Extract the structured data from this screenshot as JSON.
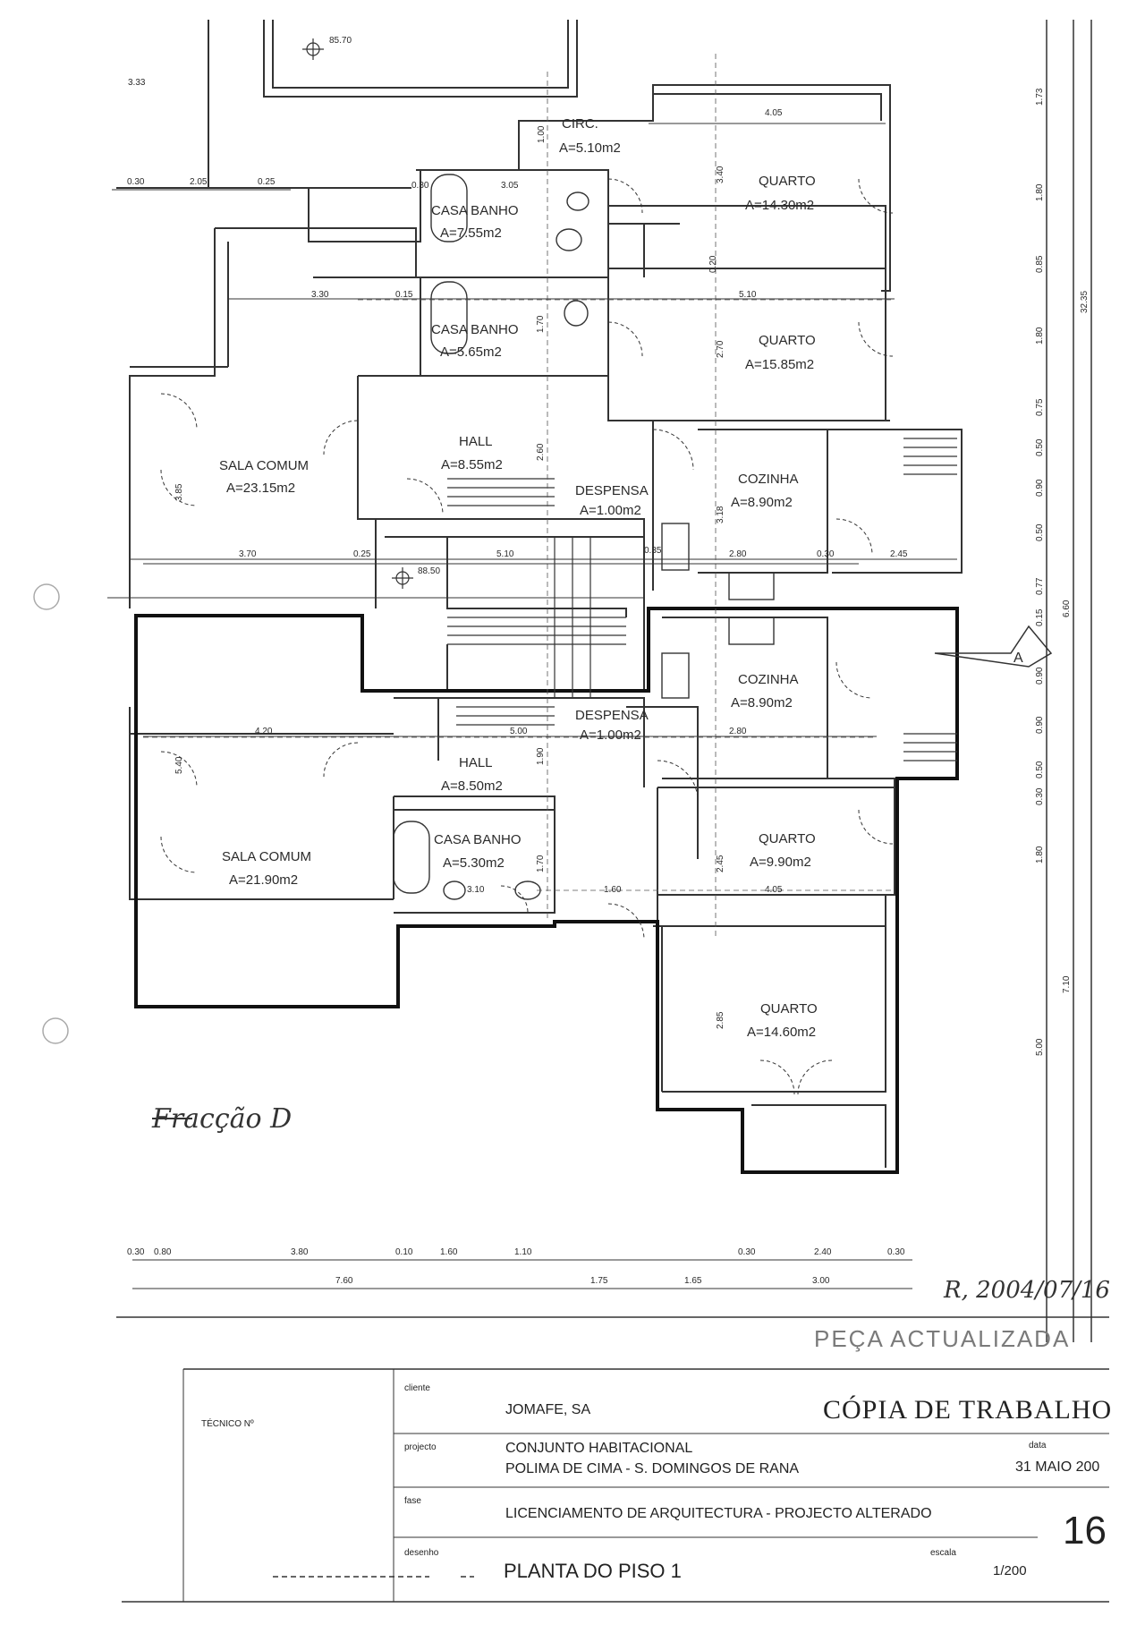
{
  "plan": {
    "rooms": [
      {
        "name": "CIRC.",
        "area": "A=5.10m2"
      },
      {
        "name": "QUARTO",
        "area": "A=14.30m2"
      },
      {
        "name": "CASA BANHO",
        "area": "A=7.55m2"
      },
      {
        "name": "CASA BANHO",
        "area": "A=5.65m2"
      },
      {
        "name": "QUARTO",
        "area": "A=15.85m2"
      },
      {
        "name": "SALA COMUM",
        "area": "A=23.15m2"
      },
      {
        "name": "HALL",
        "area": "A=8.55m2"
      },
      {
        "name": "DESPENSA",
        "area": "A=1.00m2"
      },
      {
        "name": "COZINHA",
        "area": "A=8.90m2"
      },
      {
        "name": "COZINHA",
        "area": "A=8.90m2"
      },
      {
        "name": "DESPENSA",
        "area": "A=1.00m2"
      },
      {
        "name": "HALL",
        "area": "A=8.50m2"
      },
      {
        "name": "SALA COMUM",
        "area": "A=21.90m2"
      },
      {
        "name": "CASA BANHO",
        "area": "A=5.30m2"
      },
      {
        "name": "QUARTO",
        "area": "A=9.90m2"
      },
      {
        "name": "QUARTO",
        "area": "A=14.60m2"
      }
    ],
    "levels": [
      "85.70",
      "88.50"
    ],
    "section_marker": "A",
    "fraction_label": "Fracção D",
    "revision_note": "R, 2004/07/16",
    "stamp": "PEÇA ACTUALIZADA",
    "dims": {
      "top_left": [
        "0.30",
        "2.05",
        "0.25"
      ],
      "top_right": [
        "4.05",
        "5.10"
      ],
      "row_1": [
        "3.30",
        "3.70",
        "0.25",
        "5.10",
        "2.80",
        "0.30",
        "2.45"
      ],
      "row_2": [
        "4.20",
        "5.00",
        "2.80",
        "4.05",
        "1.60"
      ],
      "vertical_right": [
        "1.73",
        "1.80",
        "0.85",
        "1.80",
        "0.75",
        "0.50",
        "0.90",
        "0.50",
        "0.77",
        "0.15",
        "0.90",
        "0.90",
        "0.50",
        "0.30",
        "1.80",
        "5.00",
        "32.35",
        "6.60",
        "7.10"
      ],
      "bottom_row_1": [
        "0.30",
        "0.80",
        "3.80",
        "0.10",
        "1.60",
        "1.10",
        "0.30",
        "2.40",
        "0.30"
      ],
      "bottom_row_2": [
        "7.60",
        "1.75",
        "1.65",
        "3.00"
      ],
      "misc": [
        "3.33",
        "0.30",
        "1.00",
        "3.40",
        "3.05",
        "1.70",
        "2.70",
        "2.60",
        "3.18",
        "3.85",
        "5.40",
        "2.45",
        "2.85",
        "1.90",
        "1.70",
        "3.10",
        "0.35",
        "0.15",
        "0.20"
      ]
    }
  },
  "title_block": {
    "tecnico_label": "TÉCNICO Nº",
    "cliente_label": "cliente",
    "cliente": "JOMAFE, SA",
    "copy_stamp": "CÓPIA DE TRABALHO",
    "projecto_label": "projecto",
    "projecto_line1": "CONJUNTO HABITACIONAL",
    "projecto_line2": "POLIMA DE CIMA - S. DOMINGOS DE RANA",
    "data_label": "data",
    "data": "31 MAIO 200",
    "fase_label": "fase",
    "fase": "LICENCIAMENTO DE ARQUITECTURA - PROJECTO ALTERADO",
    "sheet_number": "16",
    "desenho_label": "desenho",
    "desenho": "PLANTA DO PISO 1",
    "escala_label": "escala",
    "escala": "1/200"
  }
}
